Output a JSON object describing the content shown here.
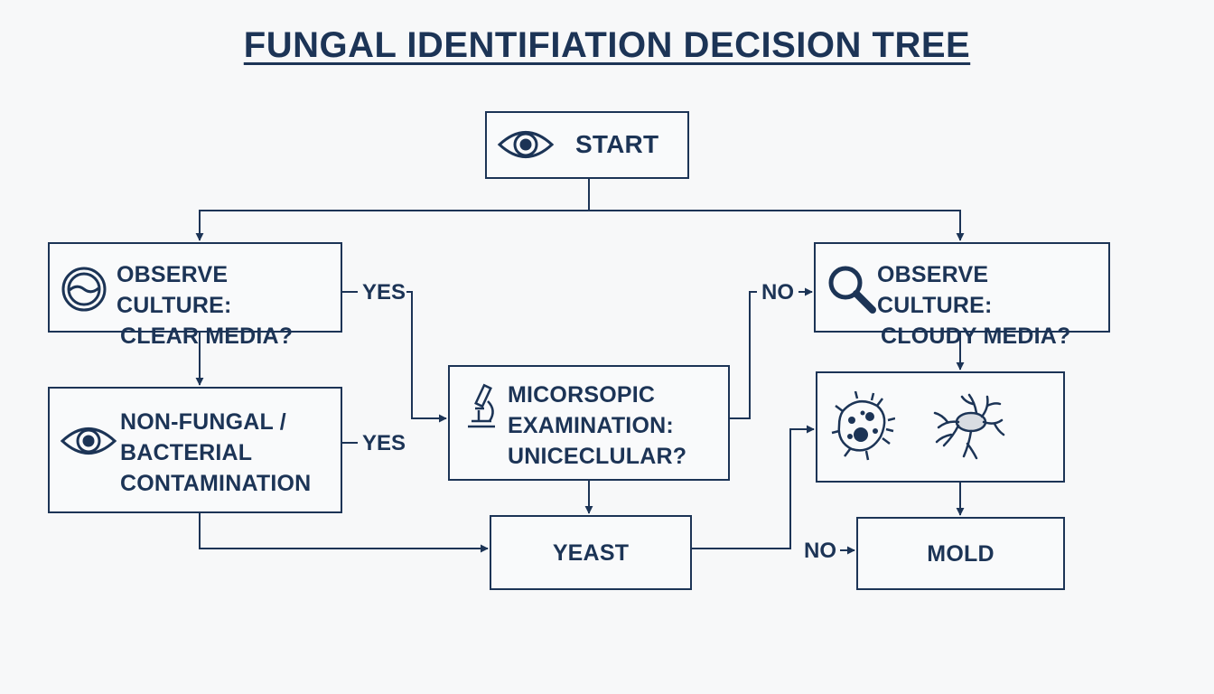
{
  "title": "FUNGAL IDENTIFIATION DECISION TREE",
  "nodes": {
    "start": {
      "label": "START",
      "icon": "eye-icon"
    },
    "clear_media": {
      "line1": "OBSERVE CULTURE:",
      "line2": "CLEAR MEDIA?",
      "icon": "petri-dish-icon"
    },
    "cloudy_media": {
      "line1": "OBSERVE CULTURE:",
      "line2": "CLOUDY MEDIA?",
      "icon": "magnifier-icon"
    },
    "non_fungal": {
      "line1": "NON-FUNGAL /",
      "line2": "BACTERIAL",
      "line3": "CONTAMINATION",
      "icon": "eye-icon"
    },
    "microscopic": {
      "line1": "MICORSOPIC",
      "line2": "EXAMINATION:",
      "line3": "UNICECLULAR?",
      "icon": "microscope-icon"
    },
    "organisms": {
      "icons": [
        "yeast-cell-icon",
        "hyphae-icon"
      ]
    },
    "yeast": {
      "label": "YEAST"
    },
    "mold": {
      "label": "MOLD"
    }
  },
  "edge_labels": {
    "yes_clear": "YES",
    "yes_nonfungal": "YES",
    "no_cloudy": "NO",
    "no_mold": "NO"
  },
  "colors": {
    "stroke": "#1c3456",
    "background": "#f7f8f9"
  }
}
